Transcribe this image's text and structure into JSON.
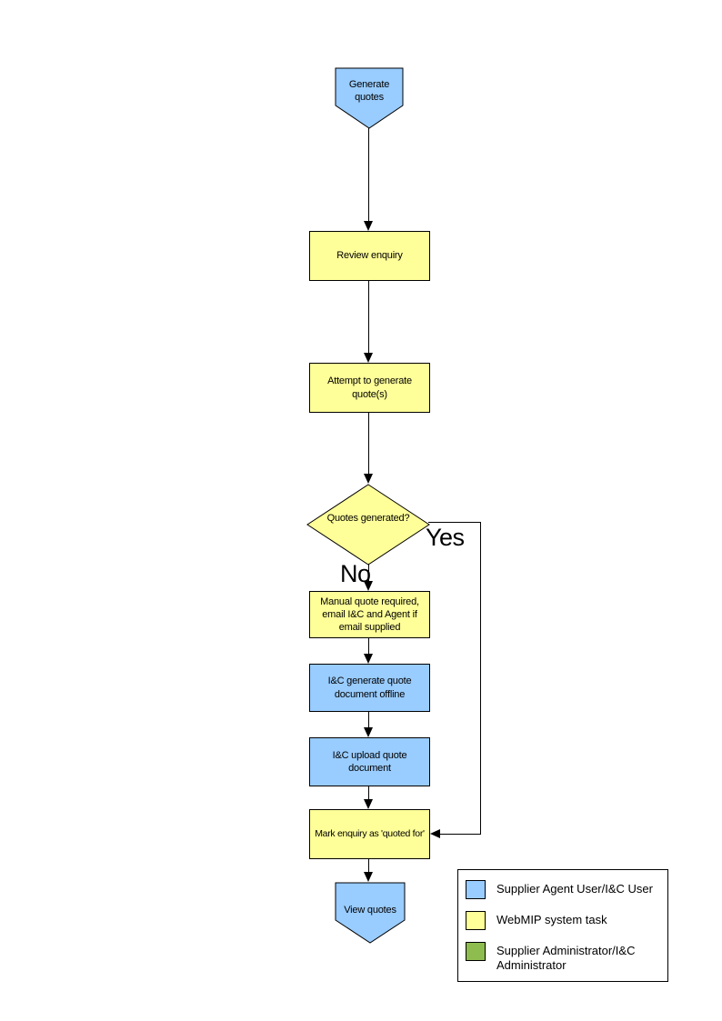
{
  "nodes": {
    "start": {
      "label": "Generate quotes",
      "shape": "pentagon-down",
      "color": "#99CCFF"
    },
    "review": {
      "label": "Review enquiry",
      "shape": "rect",
      "color": "#FFFF99"
    },
    "attempt": {
      "label": "Attempt to generate quote(s)",
      "shape": "rect",
      "color": "#FFFF99"
    },
    "decision": {
      "label": "Quotes generated?",
      "shape": "diamond",
      "color": "#FFFF99"
    },
    "manual": {
      "label": "Manual quote required, email I&C and Agent if email supplied",
      "shape": "rect",
      "color": "#FFFF99"
    },
    "ic_generate": {
      "label": "I&C generate quote document offline",
      "shape": "rect",
      "color": "#99CCFF"
    },
    "ic_upload": {
      "label": "I&C upload quote document",
      "shape": "rect",
      "color": "#99CCFF"
    },
    "mark": {
      "label": "Mark enquiry as 'quoted for'",
      "shape": "rect",
      "color": "#FFFF99"
    },
    "end": {
      "label": "View quotes",
      "shape": "pentagon-down",
      "color": "#99CCFF"
    }
  },
  "branch_labels": {
    "yes": "Yes",
    "no": "No"
  },
  "legend": {
    "items": [
      {
        "color": "#99CCFF",
        "label": "Supplier Agent User/I&C User"
      },
      {
        "color": "#FFFF99",
        "label": "WebMIP system task"
      },
      {
        "color": "#8FBC4F",
        "label": "Supplier Administrator/I&C Administrator"
      }
    ]
  },
  "colors": {
    "blue": "#99CCFF",
    "yellow": "#FFFF99",
    "green": "#8FBC4F",
    "line": "#000000",
    "background": "#FFFFFF"
  }
}
